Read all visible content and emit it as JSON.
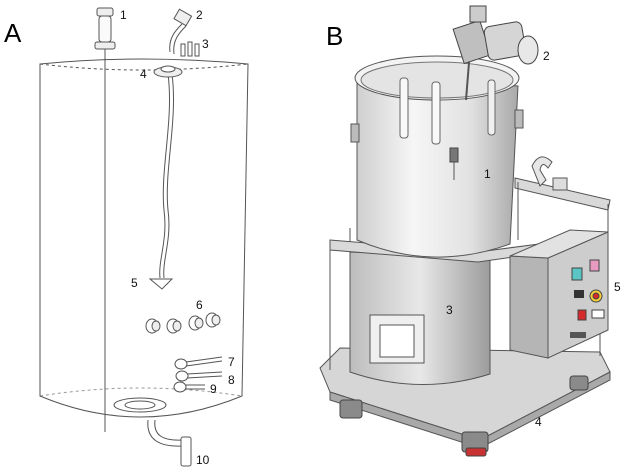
{
  "panels": [
    {
      "letter": "A",
      "callouts": [
        "1",
        "2",
        "3",
        "4",
        "5",
        "6",
        "7",
        "8",
        "9",
        "10"
      ]
    },
    {
      "letter": "B",
      "callouts": [
        "1",
        "2",
        "3",
        "4",
        "5"
      ]
    }
  ],
  "colors": {
    "outline": "#555555",
    "steel_light": "#ececec",
    "steel_mid": "#cfcfcf",
    "steel_dark": "#9a9a9a",
    "panel_teal": "#5bc4c4",
    "panel_pink": "#e89ac0",
    "panel_yellow": "#f2d13b",
    "stop_red": "#d42a2a",
    "wheel_red": "#c83232"
  },
  "icons": [
    "single-use-bag",
    "stainless-mixing-vessel"
  ]
}
